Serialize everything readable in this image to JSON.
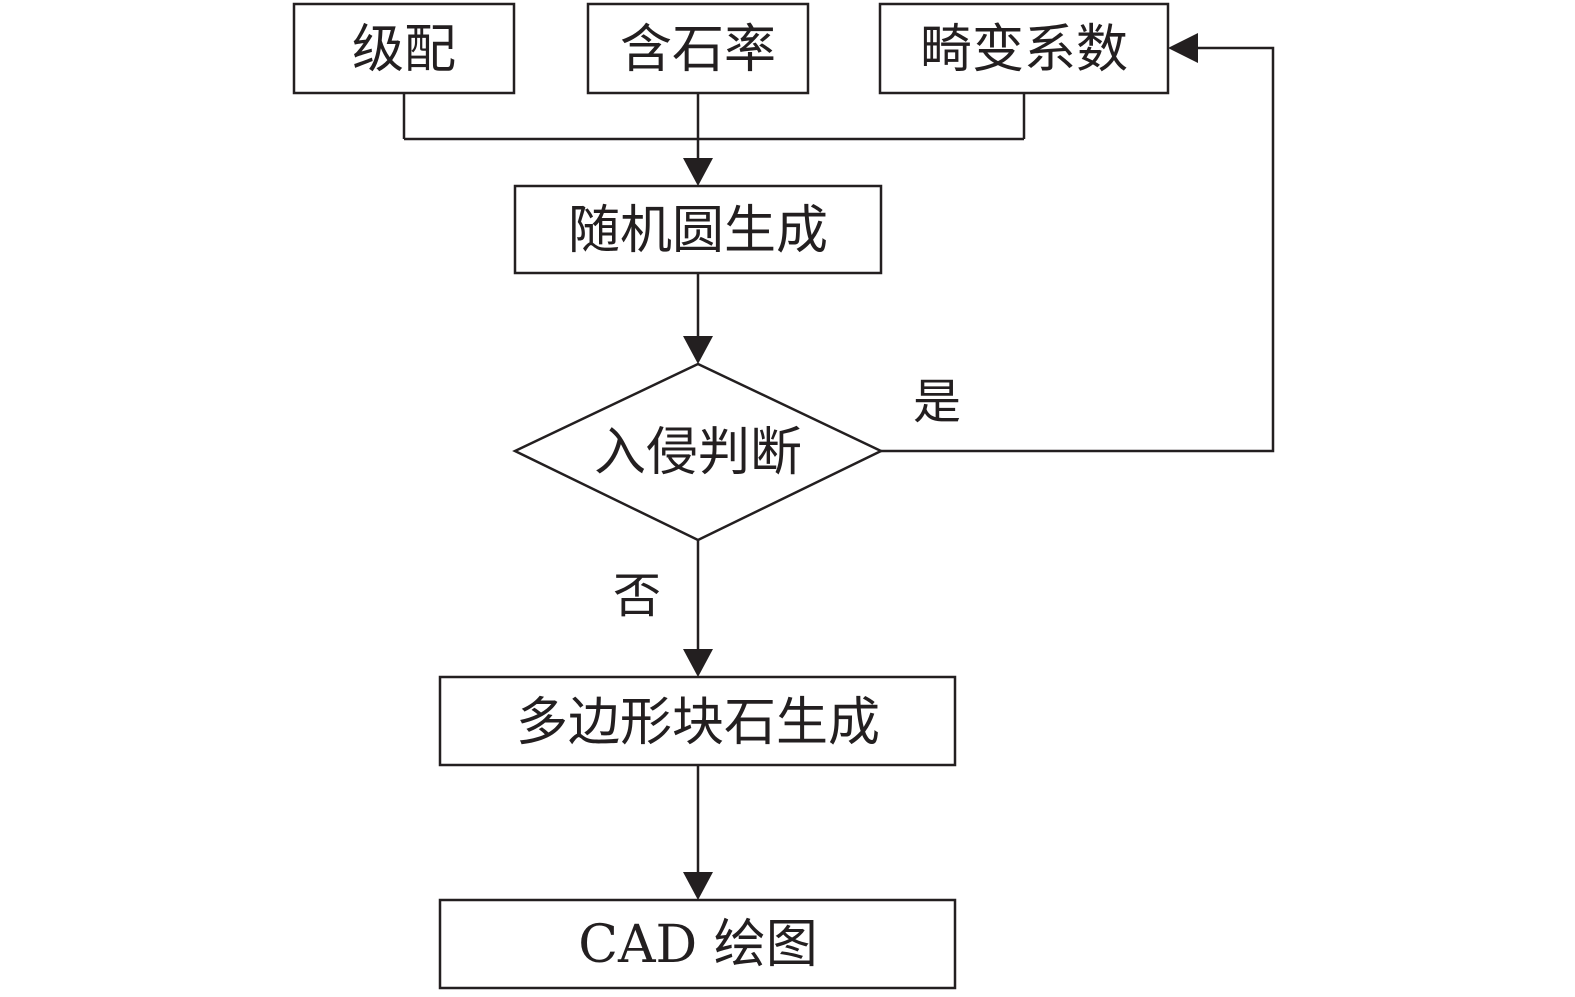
{
  "nodes": {
    "gradation": "级配",
    "stone_content": "含石率",
    "distortion_coefficient": "畸变系数",
    "random_circle": "随机圆生成",
    "intrusion_check": "入侵判断",
    "polygon_stone": "多边形块石生成",
    "cad_drawing": "CAD 绘图"
  },
  "edges": {
    "yes_label": "是",
    "no_label": "否"
  },
  "colors": {
    "stroke": "#231f20",
    "fill": "#ffffff"
  }
}
